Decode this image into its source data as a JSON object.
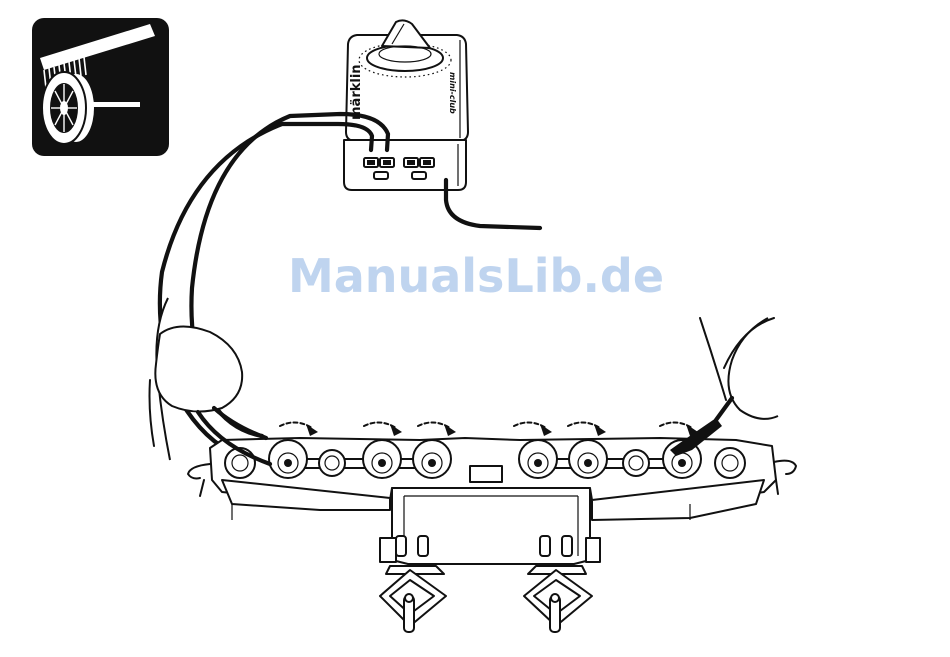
{
  "watermark": {
    "text": "ManualsLib.de"
  },
  "device": {
    "brand": "märklin",
    "model": "mini-club"
  },
  "icon": {
    "name": "wheel-cleaning-brush-icon"
  },
  "colors": {
    "ink": "#111111",
    "paper": "#ffffff",
    "watermark": "#a9c6ea"
  }
}
